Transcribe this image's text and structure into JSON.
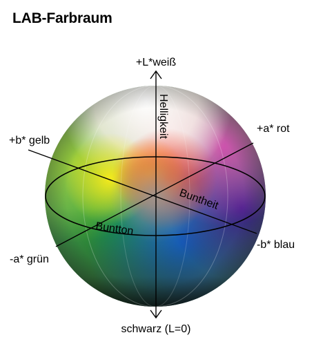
{
  "title": "LAB-Farbraum",
  "axes": {
    "l_plus": "+L*weiß",
    "l_minus": "schwarz (L=0)",
    "a_plus": "+a* rot",
    "a_minus": "-a* grün",
    "b_plus": "+b* gelb",
    "b_minus": "-b* blau"
  },
  "properties": {
    "lightness": "Helligkeit",
    "chroma": "Buntheit",
    "hue": "Buntton"
  }
}
